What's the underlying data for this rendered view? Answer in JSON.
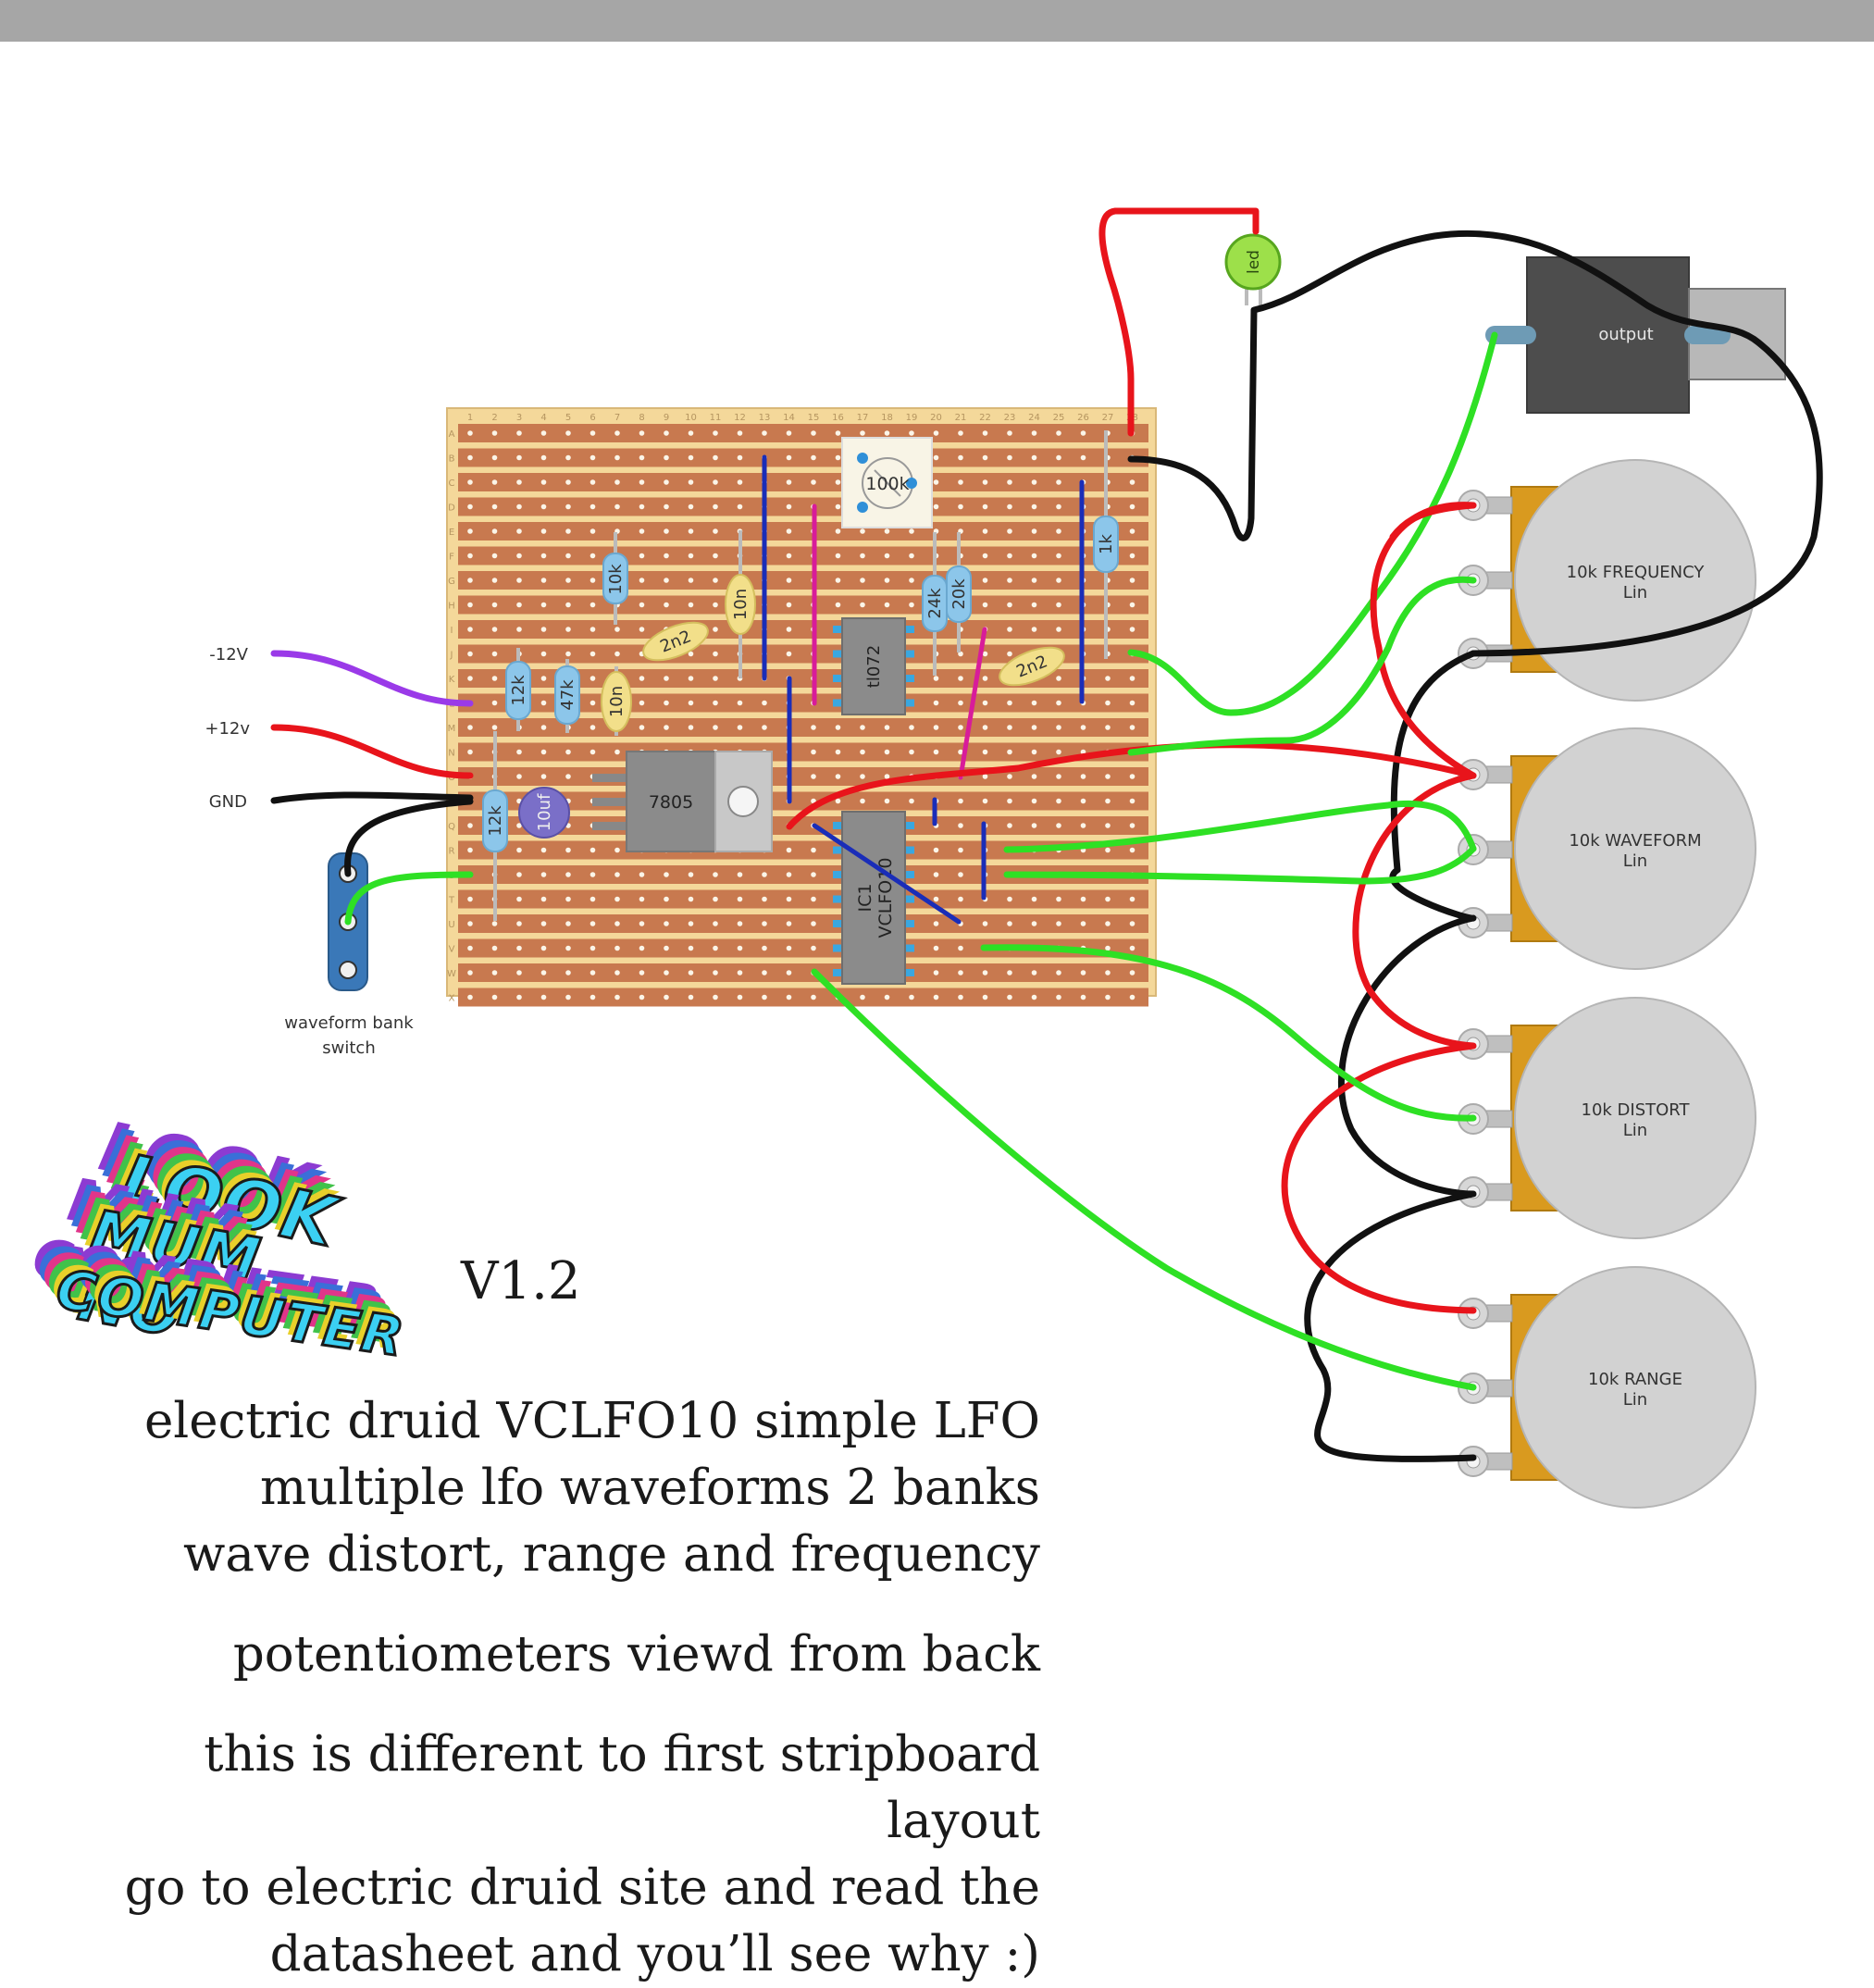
{
  "board": {
    "column_labels": [
      "1",
      "2",
      "3",
      "4",
      "5",
      "6",
      "7",
      "8",
      "9",
      "10",
      "11",
      "12",
      "13",
      "14",
      "15",
      "16",
      "17",
      "18",
      "19",
      "20",
      "21",
      "22",
      "23",
      "24",
      "25",
      "26",
      "27",
      "28"
    ],
    "row_labels": [
      "A",
      "B",
      "C",
      "D",
      "E",
      "F",
      "G",
      "H",
      "I",
      "J",
      "K",
      "L",
      "M",
      "N",
      "O",
      "P",
      "Q",
      "R",
      "S",
      "T",
      "U",
      "V",
      "W",
      "X"
    ],
    "colors": {
      "strip": "#c8794f",
      "board": "#f4d89a",
      "hole": "#fbf5e8"
    }
  },
  "components": {
    "trimmer": "100k",
    "resistors": [
      "10k",
      "12k",
      "47k",
      "12k",
      "24k",
      "20k",
      "1k"
    ],
    "capacitors": [
      "10n",
      "10n",
      "2n2",
      "2n2"
    ],
    "electrolytic": "10uf",
    "regulator": "7805",
    "ic_opamp": "tl072",
    "ic_lfo_line1": "IC1",
    "ic_lfo_line2": "VCLFO10",
    "led": "led"
  },
  "wires_legend": {
    "neg12": "-12V",
    "pos12": "+12v",
    "gnd": "GND"
  },
  "switch_label_line1": "waveform bank",
  "switch_label_line2": "switch",
  "output_jack": "output",
  "pots": [
    {
      "name": "10k FREQUENCY",
      "taper": "Lin"
    },
    {
      "name": "10k WAVEFORM",
      "taper": "Lin"
    },
    {
      "name": "10k DISTORT",
      "taper": "Lin"
    },
    {
      "name": "10k RANGE",
      "taper": "Lin"
    }
  ],
  "logo_lines": [
    "LOOK",
    "MUM NO",
    "COMPUTER"
  ],
  "version": "V1.2",
  "notes": {
    "block1": [
      "electric druid VCLFO10 simple LFO",
      "multiple lfo waveforms 2 banks",
      "wave distort, range and frequency"
    ],
    "block2": [
      "potentiometers viewd from back"
    ],
    "block3": [
      "this is different to first stripboard layout",
      "go to electric druid site and read the",
      "datasheet and you’ll see why :)"
    ]
  },
  "colors": {
    "wire_red": "#e8141b",
    "wire_black": "#111111",
    "wire_green": "#2ee024",
    "wire_purple": "#9a3ae8",
    "link_blue": "#1a2db8",
    "link_magenta": "#d81c9a",
    "pot_body": "#d2d2d2",
    "pot_bracket": "#d99a1f",
    "resistor": "#8cc6ea",
    "capacitor": "#f2df8a"
  }
}
